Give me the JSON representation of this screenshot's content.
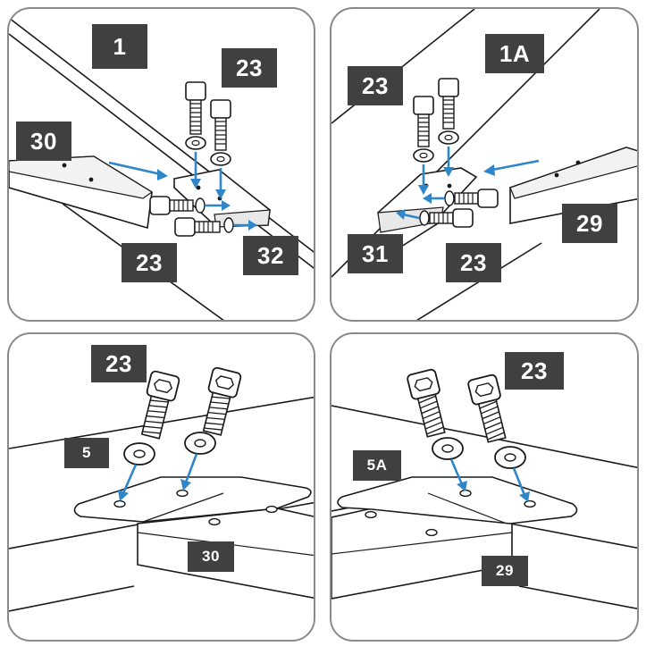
{
  "accent_color": "#2f86c8",
  "label_bg_color": "#404040",
  "panels": [
    {
      "step": "1",
      "labels": [
        "23",
        "30",
        "23",
        "32"
      ]
    },
    {
      "step": "1A",
      "labels": [
        "23",
        "29",
        "31",
        "23"
      ]
    },
    {
      "step": "5",
      "labels": [
        "23",
        "30"
      ]
    },
    {
      "step": "5A",
      "labels": [
        "23",
        "29"
      ]
    }
  ]
}
